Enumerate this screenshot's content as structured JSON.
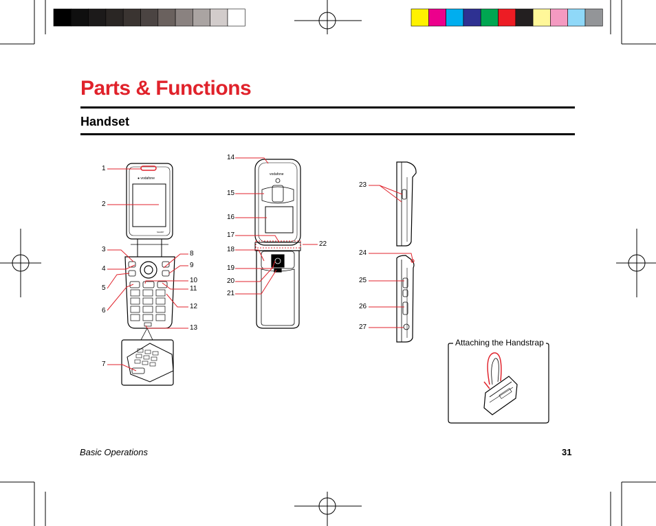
{
  "page": {
    "title": "Parts & Functions",
    "subtitle": "Handset",
    "footer_section": "Basic Operations",
    "page_number": "31",
    "strap_caption": "Attaching the Handstrap"
  },
  "callouts": {
    "n1": "1",
    "n2": "2",
    "n3": "3",
    "n4": "4",
    "n5": "5",
    "n6": "6",
    "n7": "7",
    "n8": "8",
    "n9": "9",
    "n10": "10",
    "n11": "11",
    "n12": "12",
    "n13": "13",
    "n14": "14",
    "n15": "15",
    "n16": "16",
    "n17": "17",
    "n18": "18",
    "n19": "19",
    "n20": "20",
    "n21": "21",
    "n22": "22",
    "n23": "23",
    "n24": "24",
    "n25": "25",
    "n26": "26",
    "n27": "27"
  },
  "colors": {
    "title_red": "#e0222b",
    "callout_red": "#e0222b",
    "gray_swatches": [
      "#000000",
      "#0f0f0f",
      "#1c1a1a",
      "#2a2624",
      "#3a3431",
      "#4b4442",
      "#6a615e",
      "#8a8280",
      "#aaa4a2",
      "#d2cccb",
      "#ffffff"
    ],
    "color_swatches": [
      "#fff200",
      "#ec008c",
      "#00aeef",
      "#2e3192",
      "#00a651",
      "#ed1c24",
      "#231f20",
      "#fff799",
      "#f49ac1",
      "#8fd8f8",
      "#939598"
    ]
  }
}
